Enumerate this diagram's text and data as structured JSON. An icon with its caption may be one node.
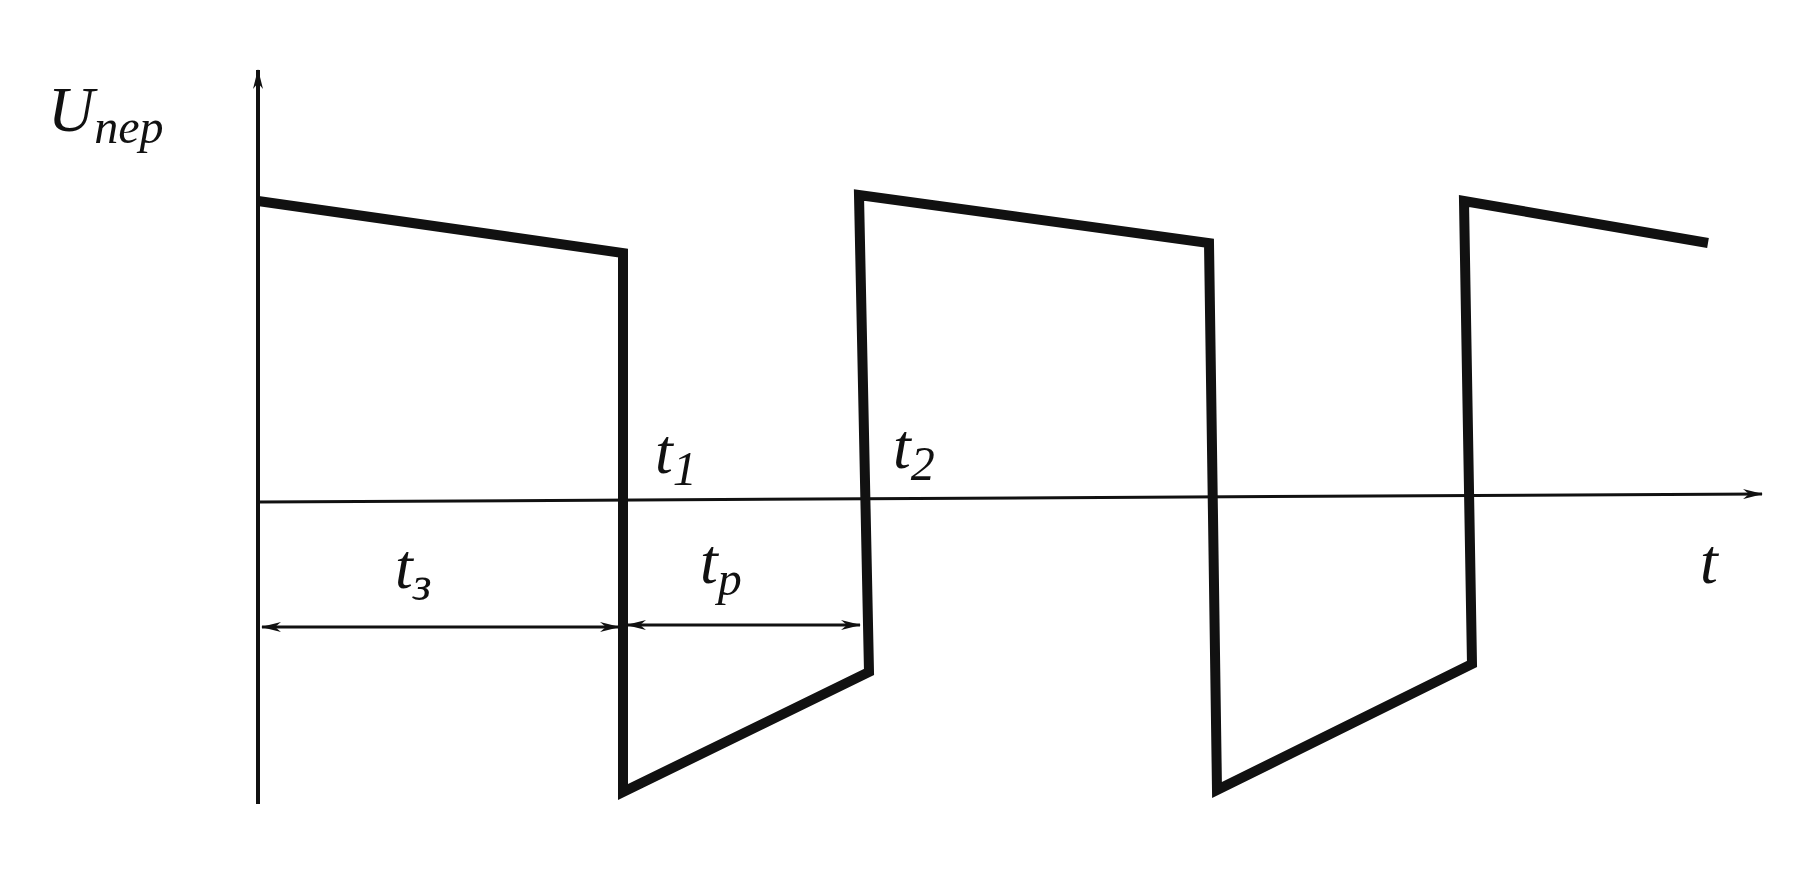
{
  "diagram": {
    "labels": [
      "U$_{пер}$",
      "t$_{1}$",
      "t$_{2}$",
      "t$_{з}$",
      "t$_{р}$",
      "t"
    ]
  }
}
